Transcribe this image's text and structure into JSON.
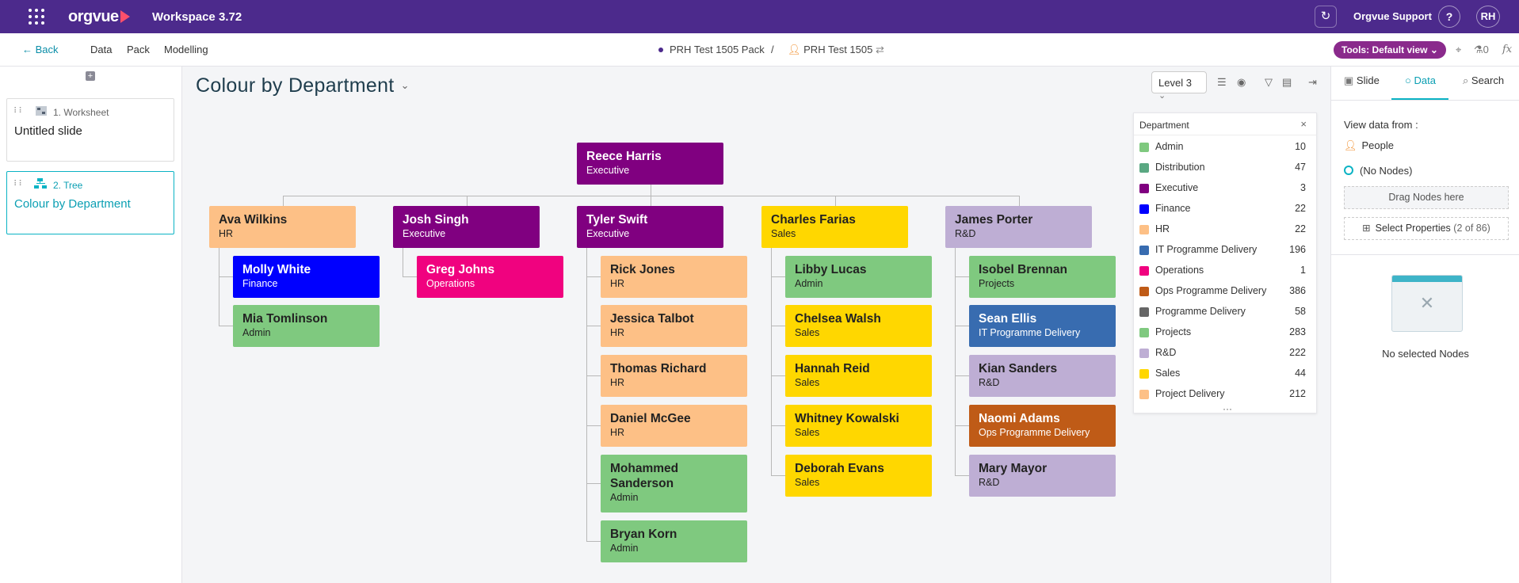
{
  "topbar": {
    "brand": "orgvue",
    "workspace_label": "Workspace",
    "version": "3.72",
    "support_label": "Orgvue Support",
    "help_label": "?",
    "user_initials": "RH"
  },
  "subbar": {
    "back_label": "Back",
    "menu": [
      "Data",
      "Pack",
      "Modelling"
    ],
    "pack_name": "PRH Test 1505 Pack",
    "separator": "/",
    "dataset_name": "PRH Test 1505",
    "tools_label": "Tools: Default view",
    "counter": "0",
    "fx_label": "fx"
  },
  "slides": [
    {
      "number": "1. Worksheet",
      "title": "Untitled slide"
    },
    {
      "number": "2. Tree",
      "title": "Colour by Department"
    }
  ],
  "view": {
    "title": "Colour by Department",
    "level_label": "Level 3"
  },
  "tree": {
    "root": {
      "name": "Reece Harris",
      "dept": "Executive"
    },
    "columns": [
      {
        "head": {
          "name": "Ava Wilkins",
          "dept": "HR"
        },
        "children": [
          {
            "name": "Molly White",
            "dept": "Finance"
          },
          {
            "name": "Mia Tomlinson",
            "dept": "Admin"
          }
        ]
      },
      {
        "head": {
          "name": "Josh Singh",
          "dept": "Executive"
        },
        "children": [
          {
            "name": "Greg Johns",
            "dept": "Operations"
          }
        ]
      },
      {
        "head": {
          "name": "Tyler Swift",
          "dept": "Executive"
        },
        "children": [
          {
            "name": "Rick Jones",
            "dept": "HR"
          },
          {
            "name": "Jessica Talbot",
            "dept": "HR"
          },
          {
            "name": "Thomas Richard",
            "dept": "HR"
          },
          {
            "name": "Daniel McGee",
            "dept": "HR"
          },
          {
            "name": "Mohammed Sanderson",
            "dept": "Admin"
          },
          {
            "name": "Bryan Korn",
            "dept": "Admin"
          }
        ]
      },
      {
        "head": {
          "name": "Charles Farias",
          "dept": "Sales"
        },
        "children": [
          {
            "name": "Libby Lucas",
            "dept": "Admin"
          },
          {
            "name": "Chelsea Walsh",
            "dept": "Sales"
          },
          {
            "name": "Hannah Reid",
            "dept": "Sales"
          },
          {
            "name": "Whitney Kowalski",
            "dept": "Sales"
          },
          {
            "name": "Deborah Evans",
            "dept": "Sales"
          }
        ]
      },
      {
        "head": {
          "name": "James Porter",
          "dept": "R&D"
        },
        "children": [
          {
            "name": "Isobel Brennan",
            "dept": "Projects"
          },
          {
            "name": "Sean Ellis",
            "dept": "IT Programme Delivery"
          },
          {
            "name": "Kian Sanders",
            "dept": "R&D"
          },
          {
            "name": "Naomi Adams",
            "dept": "Ops Programme Delivery"
          },
          {
            "name": "Mary Mayor",
            "dept": "R&D"
          }
        ]
      }
    ]
  },
  "legend": {
    "title": "Department",
    "close": "×",
    "more": "···",
    "items": [
      {
        "label": "Admin",
        "count": "10",
        "color": "#7fc97f"
      },
      {
        "label": "Distribution",
        "count": "47",
        "color": "#5aa882"
      },
      {
        "label": "Executive",
        "count": "3",
        "color": "#800080"
      },
      {
        "label": "Finance",
        "count": "22",
        "color": "#0000ff"
      },
      {
        "label": "HR",
        "count": "22",
        "color": "#fdc086"
      },
      {
        "label": "IT Programme Delivery",
        "count": "196",
        "color": "#386cb0"
      },
      {
        "label": "Operations",
        "count": "1",
        "color": "#f0027f"
      },
      {
        "label": "Ops Programme Delivery",
        "count": "386",
        "color": "#bf5b17"
      },
      {
        "label": "Programme Delivery",
        "count": "58",
        "color": "#666666"
      },
      {
        "label": "Projects",
        "count": "283",
        "color": "#7fc97f"
      },
      {
        "label": "R&D",
        "count": "222",
        "color": "#beaed4"
      },
      {
        "label": "Sales",
        "count": "44",
        "color": "#ffd700"
      },
      {
        "label": "Project Delivery",
        "count": "212",
        "color": "#fdc086"
      }
    ]
  },
  "dept_colors": {
    "Admin": {
      "bg": "#7fc97f",
      "fg": "#222222"
    },
    "Executive": {
      "bg": "#800080",
      "fg": "#ffffff"
    },
    "Finance": {
      "bg": "#0000ff",
      "fg": "#ffffff"
    },
    "HR": {
      "bg": "#fdc086",
      "fg": "#222222"
    },
    "IT Programme Delivery": {
      "bg": "#386cb0",
      "fg": "#ffffff"
    },
    "Operations": {
      "bg": "#f0027f",
      "fg": "#ffffff"
    },
    "Ops Programme Delivery": {
      "bg": "#bf5b17",
      "fg": "#ffffff"
    },
    "Projects": {
      "bg": "#7fc97f",
      "fg": "#222222"
    },
    "R&D": {
      "bg": "#beaed4",
      "fg": "#222222"
    },
    "Sales": {
      "bg": "#ffd700",
      "fg": "#222222"
    }
  },
  "right_panel": {
    "tabs": [
      "Slide",
      "Data",
      "Search"
    ],
    "view_from_label": "View data from :",
    "people_label": "People",
    "no_nodes_label": "(No Nodes)",
    "drag_label": "Drag Nodes here",
    "select_props_label": "Select Properties",
    "select_props_count": "(2 of 86)",
    "no_selected_label": "No selected Nodes"
  }
}
